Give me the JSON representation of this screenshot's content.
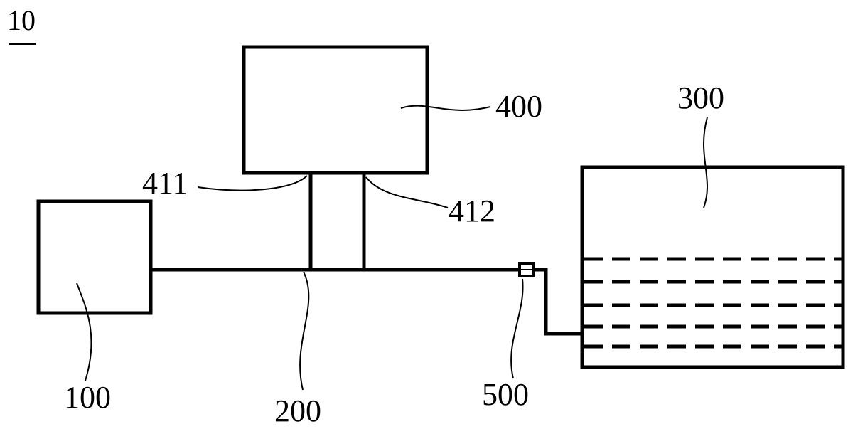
{
  "figure": {
    "number": "10"
  },
  "components": [
    {
      "key": "source",
      "label": "100"
    },
    {
      "key": "pipe",
      "label": "200"
    },
    {
      "key": "tank",
      "label": "300"
    },
    {
      "key": "device",
      "label": "400"
    },
    {
      "key": "branch_left",
      "label": "411"
    },
    {
      "key": "branch_right",
      "label": "412"
    },
    {
      "key": "valve",
      "label": "500"
    }
  ]
}
